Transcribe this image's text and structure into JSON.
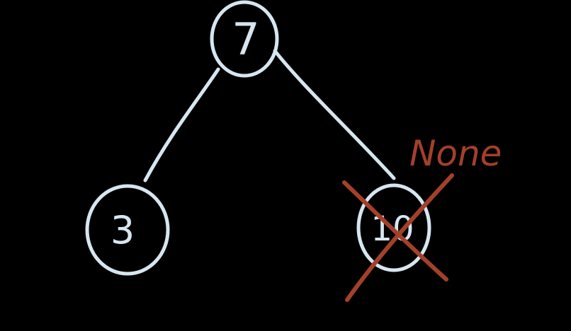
{
  "tree": {
    "nodes": [
      {
        "id": "root",
        "label": "7"
      },
      {
        "id": "left",
        "label": "3"
      },
      {
        "id": "right",
        "label": "10",
        "crossed_out": true
      }
    ],
    "edges": [
      {
        "from": "root",
        "to": "left"
      },
      {
        "from": "root",
        "to": "right"
      }
    ],
    "annotation": {
      "text": "None",
      "target": "right"
    }
  },
  "colors": {
    "background": "#000000",
    "chalk": "#d6e6f0",
    "annotation": "#a3402a"
  }
}
